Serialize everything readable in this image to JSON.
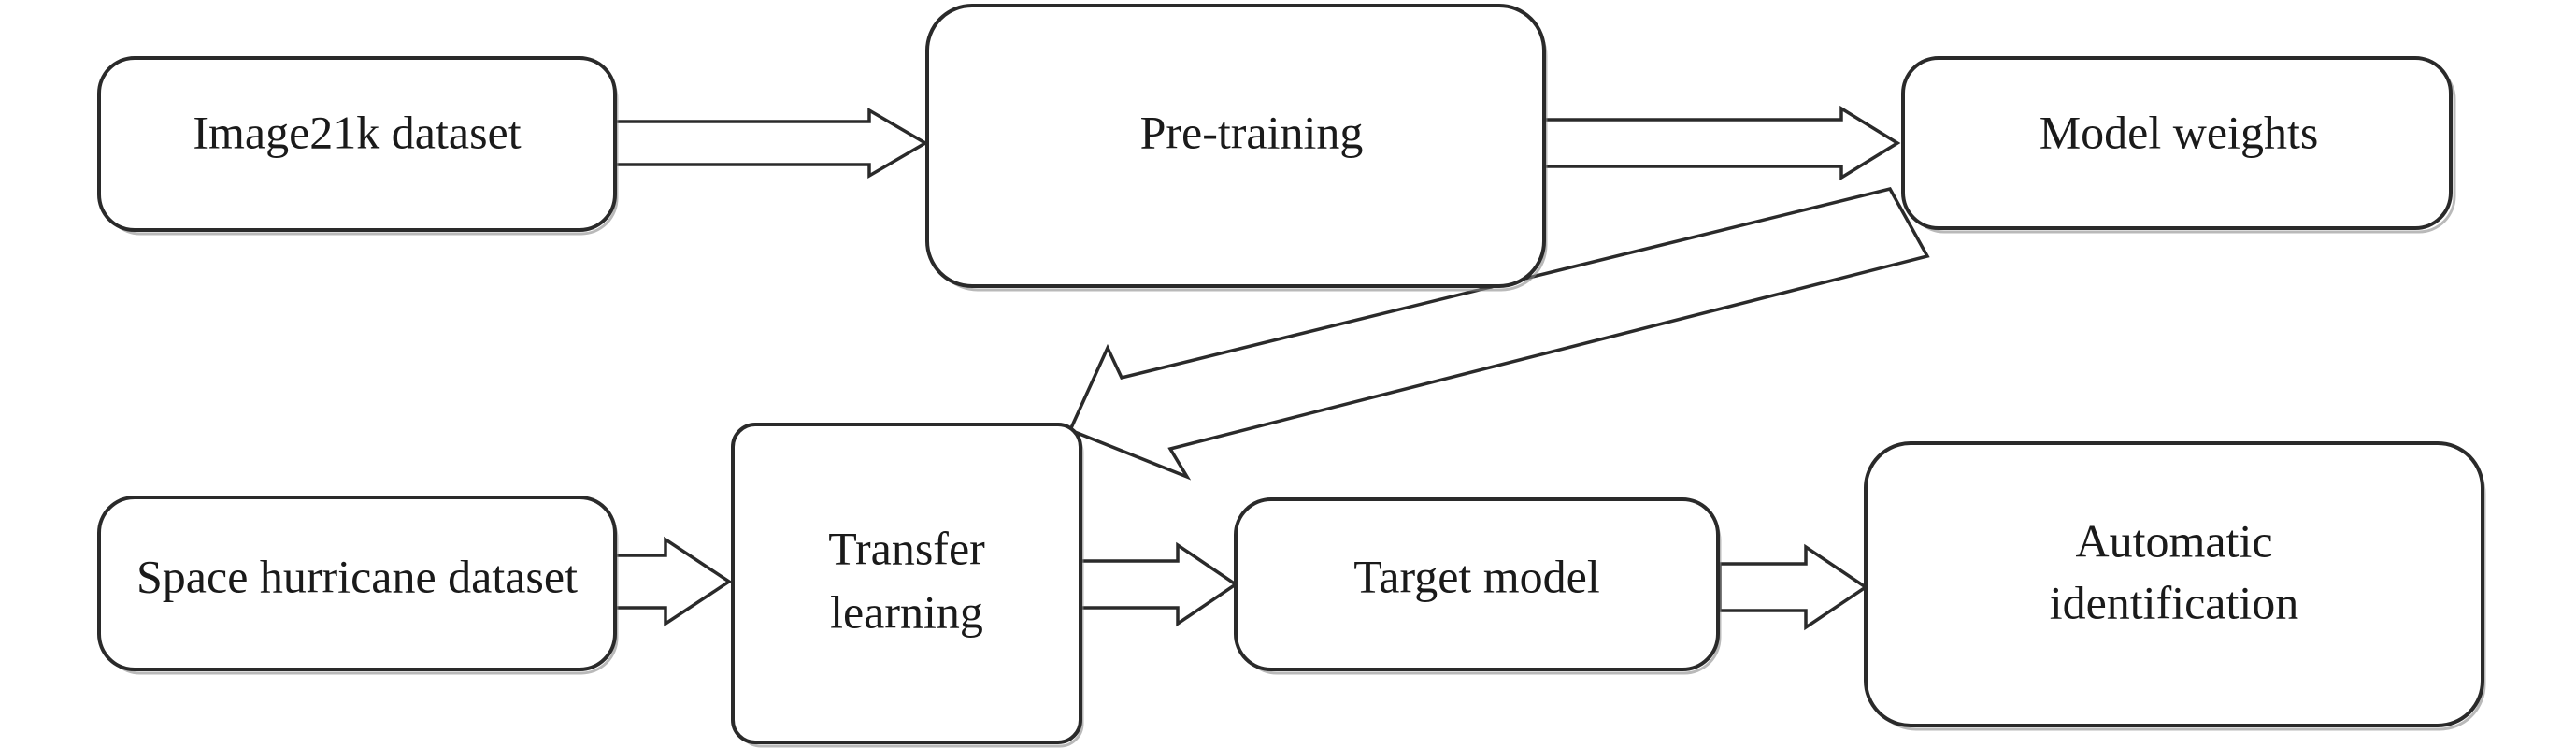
{
  "nodes": {
    "image21k": {
      "label": "Image21k dataset"
    },
    "pretraining": {
      "label": "Pre-training"
    },
    "model_weights": {
      "label": "Model weights"
    },
    "space_hurricane": {
      "label": "Space hurricane dataset"
    },
    "transfer_learning": {
      "line1": "Transfer",
      "line2": "learning"
    },
    "target_model": {
      "label": "Target model"
    },
    "automatic_identification": {
      "line1": "Automatic",
      "line2": "identification"
    }
  },
  "edges": [
    {
      "from": "Image21k dataset",
      "to": "Pre-training"
    },
    {
      "from": "Pre-training",
      "to": "Model weights"
    },
    {
      "from": "Model weights",
      "to": "Transfer learning"
    },
    {
      "from": "Space hurricane dataset",
      "to": "Transfer learning"
    },
    {
      "from": "Transfer learning",
      "to": "Target model"
    },
    {
      "from": "Target model",
      "to": "Automatic identification"
    }
  ]
}
